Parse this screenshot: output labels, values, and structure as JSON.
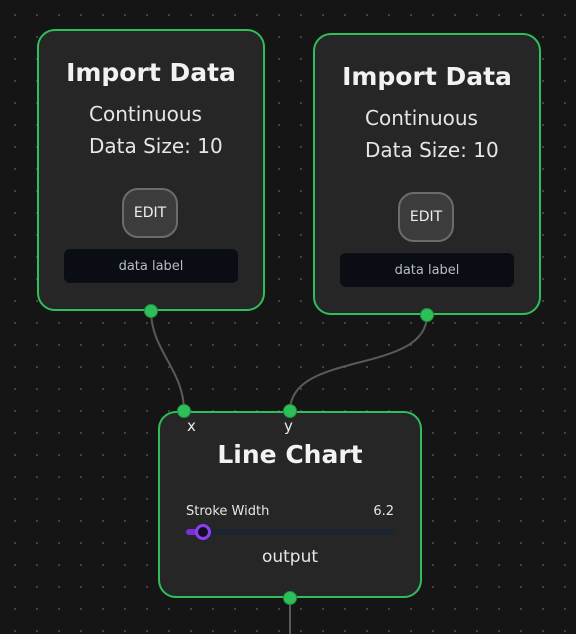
{
  "nodes": {
    "import_a": {
      "title": "Import Data",
      "mode": "Continuous",
      "size_text": "Data Size: 10",
      "edit_label": "EDIT",
      "data_label": "data label"
    },
    "import_b": {
      "title": "Import Data",
      "mode": "Continuous",
      "size_text": "Data Size: 10",
      "edit_label": "EDIT",
      "data_label": "data label"
    },
    "line_chart": {
      "title": "Line Chart",
      "input_x_label": "x",
      "input_y_label": "y",
      "stroke_width_label": "Stroke Width",
      "stroke_width_value": "6.2",
      "stroke_width_fraction": 0.08,
      "output_label": "output"
    }
  },
  "colors": {
    "background": "#151515",
    "node_fill": "#262626",
    "node_border": "#2fbf5a",
    "port": "#2fbf5a",
    "wire": "#5a5a5a",
    "slider_accent": "#8b3ff0",
    "data_label_fill": "#0a0d14"
  }
}
